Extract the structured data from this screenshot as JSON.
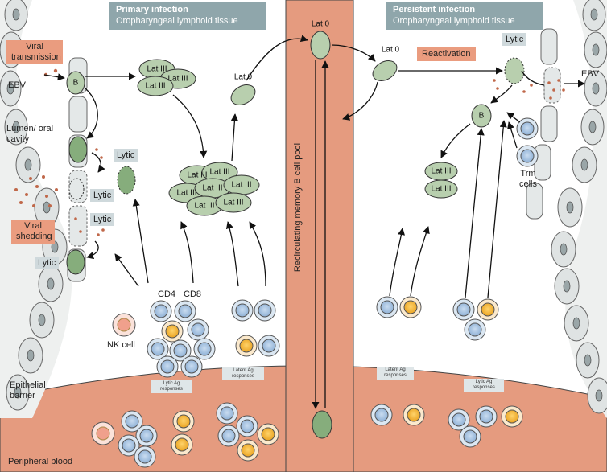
{
  "headers": {
    "primary_title": "Primary infection",
    "primary_subtitle": "Oropharyngeal lymphoid tissue",
    "persistent_title": "Persistent infection",
    "persistent_subtitle": "Oropharyngeal lymphoid tissue"
  },
  "labels": {
    "viral_transmission": "Viral transmission",
    "viral_shedding": "Viral shedding",
    "reactivation": "Reactivation",
    "ebv_left": "EBV",
    "ebv_right": "EBV",
    "lumen": "Lumen/ oral cavity",
    "epithelial_barrier": "Epithelial barrier",
    "peripheral_blood": "Peripheral blood",
    "recirculating_pool": "Recirculating memory B cell pool",
    "nk_cell": "NK cell",
    "cd4": "CD4",
    "cd8": "CD8",
    "trm_cells": "Trm cells",
    "lytic_ag_responses_left": "Lytic Ag responses",
    "latent_ag_responses_left": "Latent Ag responses",
    "latent_ag_responses_right": "Latent Ag responses",
    "lytic_ag_responses_right": "Lytic Ag responses"
  },
  "cell_text": {
    "b": "B",
    "lat0": "Lat 0",
    "lat3": "Lat III",
    "lytic": "Lytic"
  },
  "colors": {
    "pool": "#e59b7f",
    "blood": "#e59b7f",
    "latent_green": "#b8cfae",
    "lytic_green": "#86ad7c",
    "epithelium": "#dfe3e3",
    "header_bg": "#8fa6ab",
    "label_box_grey": "#cfd9dc",
    "label_box_salmon": "#ea9c7f",
    "t_cell_blue": "#aac6e0",
    "t_cell_orange": "#f4b63f",
    "nk_pink": "#f0a08c"
  }
}
